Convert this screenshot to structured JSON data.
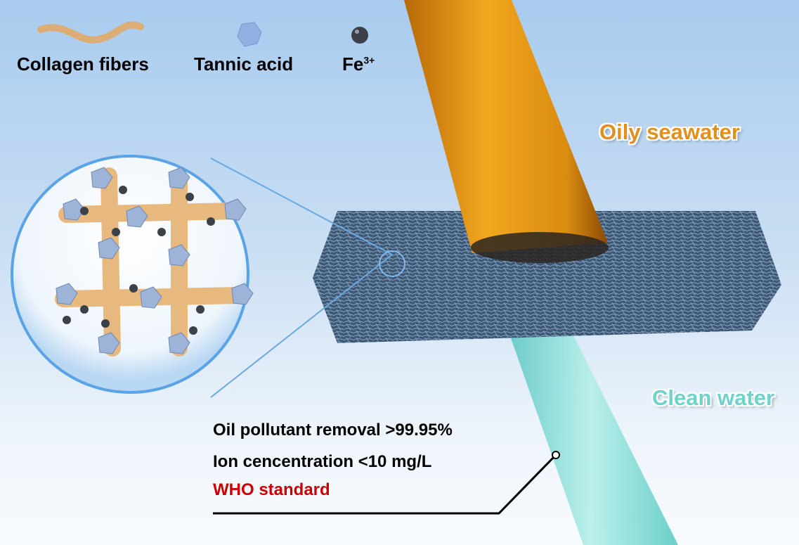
{
  "legend": {
    "collagen": "Collagen fibers",
    "tannic": "Tannic acid",
    "fe": "Fe",
    "fe_charge": "3+"
  },
  "labels": {
    "oily": "Oily seawater",
    "clean": "Clean water"
  },
  "results": {
    "line1": "Oil pollutant removal >99.95%",
    "line2": "Ion cencentration <10 mg/L",
    "line3": "WHO standard"
  },
  "colors": {
    "oily": "#e0901e",
    "clean": "#6fd3cb",
    "who": "#cc0000",
    "mesh": "#3f5b78",
    "fiber": "#e7b97f",
    "tannic": "#8fb0e0",
    "fe": "#3c4048"
  }
}
